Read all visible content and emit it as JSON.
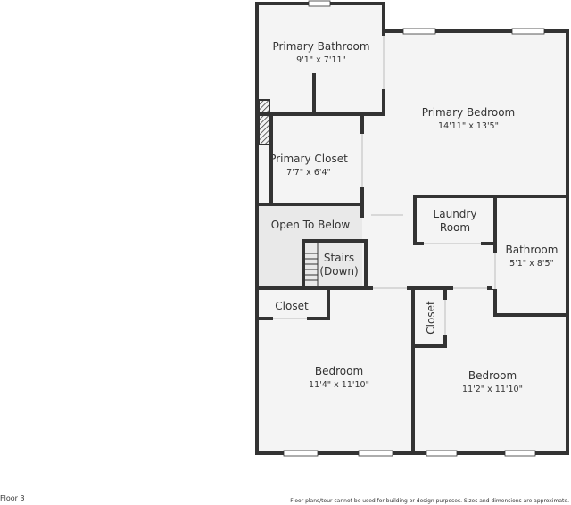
{
  "floor_label": "Floor 3",
  "disclaimer": "Floor plans/tour cannot be used for building or design purposes. Sizes and dimensions are approximate.",
  "rooms": {
    "primary_bathroom": {
      "name": "Primary Bathroom",
      "dims": "9'1\" x 7'11\""
    },
    "primary_bedroom": {
      "name": "Primary Bedroom",
      "dims": "14'11\" x 13'5\""
    },
    "primary_closet": {
      "name": "Primary Closet",
      "dims": "7'7\" x 6'4\""
    },
    "open_to_below": {
      "name": "Open To Below"
    },
    "laundry_room": {
      "name_line1": "Laundry",
      "name_line2": "Room"
    },
    "stairs": {
      "name_line1": "Stairs",
      "name_line2": "(Down)"
    },
    "bathroom": {
      "name": "Bathroom",
      "dims": "5'1\" x 8'5\""
    },
    "closet_left": {
      "name": "Closet"
    },
    "closet_right": {
      "name": "Closet"
    },
    "bedroom_left": {
      "name": "Bedroom",
      "dims": "11'4\" x 11'10\""
    },
    "bedroom_right": {
      "name": "Bedroom",
      "dims": "11'2\" x 11'10\""
    }
  },
  "colors": {
    "wall": "#333333",
    "floor": "#f4f4f4",
    "open_area": "#e9e9e9",
    "window": "#ffffff",
    "text": "#333333"
  }
}
